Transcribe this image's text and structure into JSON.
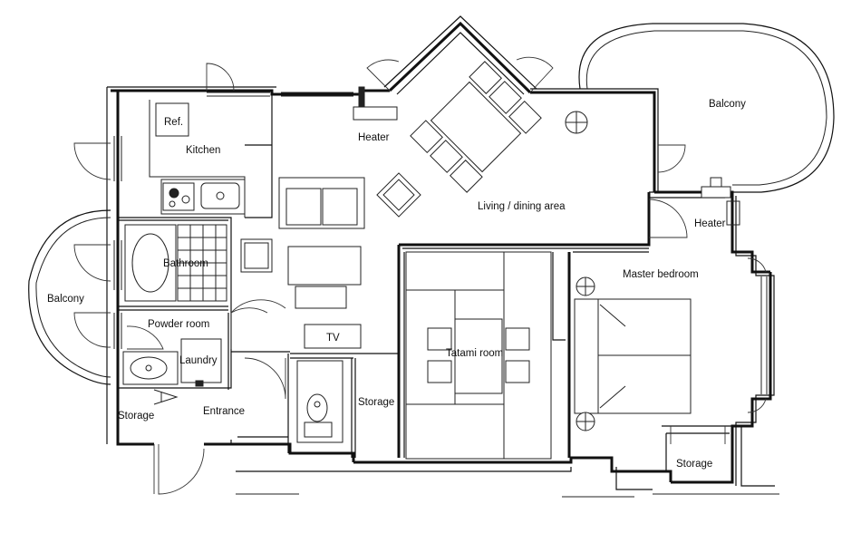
{
  "rooms": {
    "ref": "Ref.",
    "kitchen": "Kitchen",
    "heater_living": "Heater",
    "balcony_top": "Balcony",
    "living": "Living / dining area",
    "heater_bedroom": "Heater",
    "bathroom": "Bathroom",
    "master_bedroom": "Master bedroom",
    "balcony_left": "Balcony",
    "powder_room": "Powder room",
    "tv": "TV",
    "tatami_room": "Tatami room",
    "laundry": "Laundry",
    "storage_closet": "Storage",
    "storage_entrance": "Storage",
    "entrance": "Entrance",
    "storage_bedroom": "Storage"
  }
}
